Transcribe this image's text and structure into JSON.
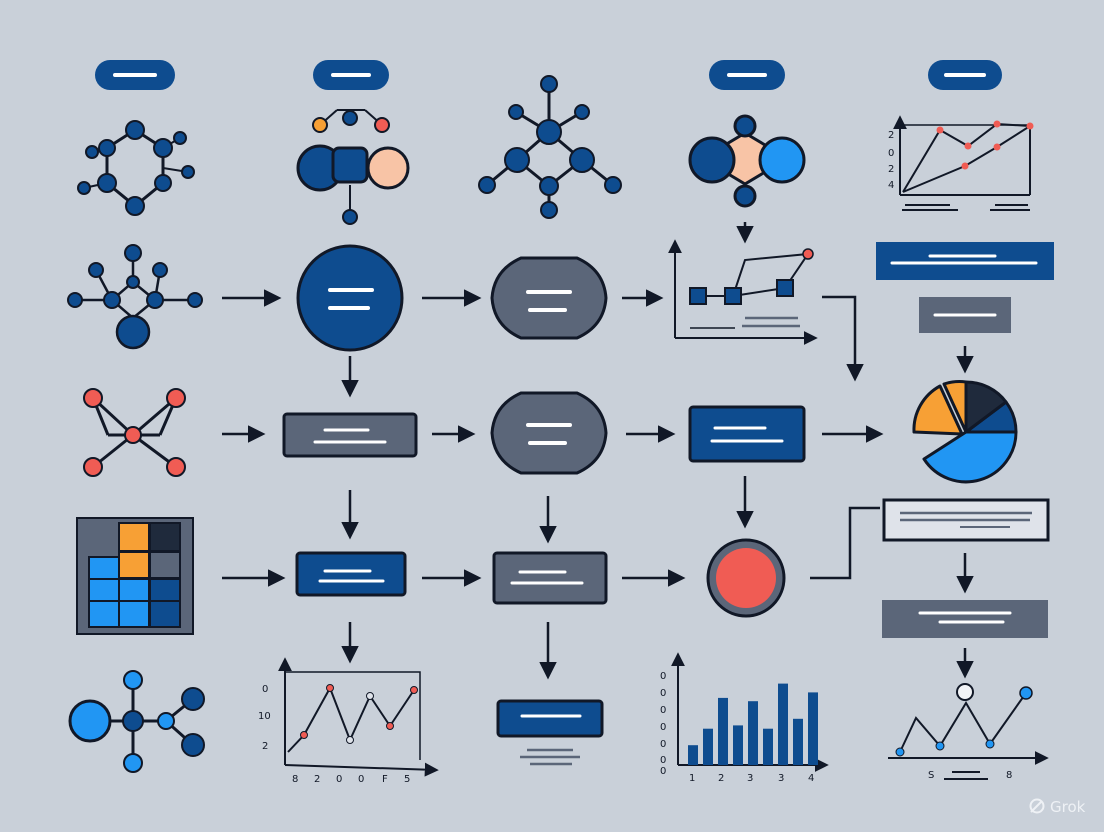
{
  "colors": {
    "background": "#c9d0d9",
    "navy": "#0e4c8f",
    "slate": "#5b6679",
    "blue": "#2196f3",
    "coral": "#f05c54",
    "orange": "#f7a035",
    "peach": "#f8c4a6",
    "ink": "#111827",
    "light": "#dfe3ea"
  },
  "icons": [
    "molecule-icon",
    "network-icon",
    "heatmap-icon",
    "pie-chart-icon",
    "line-chart-icon",
    "bar-chart-icon",
    "arrow-icon",
    "process-node-icon"
  ],
  "charts": {
    "top_right_line": {
      "yticks": [
        "2",
        "0",
        "2",
        "4"
      ]
    },
    "mid_line": {
      "yticks": [
        "0",
        "10",
        "2"
      ],
      "xticks": [
        "8",
        "2",
        "0",
        "0",
        "F",
        "5"
      ]
    },
    "bar": {
      "yticks": [
        "0",
        "0",
        "0",
        "0",
        "0",
        "0",
        "0"
      ],
      "xticks": [
        "1",
        "2",
        "3",
        "3",
        "4"
      ],
      "values": [
        0.18,
        0.33,
        0.61,
        0.36,
        0.58,
        0.33,
        0.74,
        0.42,
        0.66
      ]
    },
    "bottom_right_line": {
      "xticks": [
        "S",
        "8"
      ]
    }
  },
  "watermark": "Grok"
}
